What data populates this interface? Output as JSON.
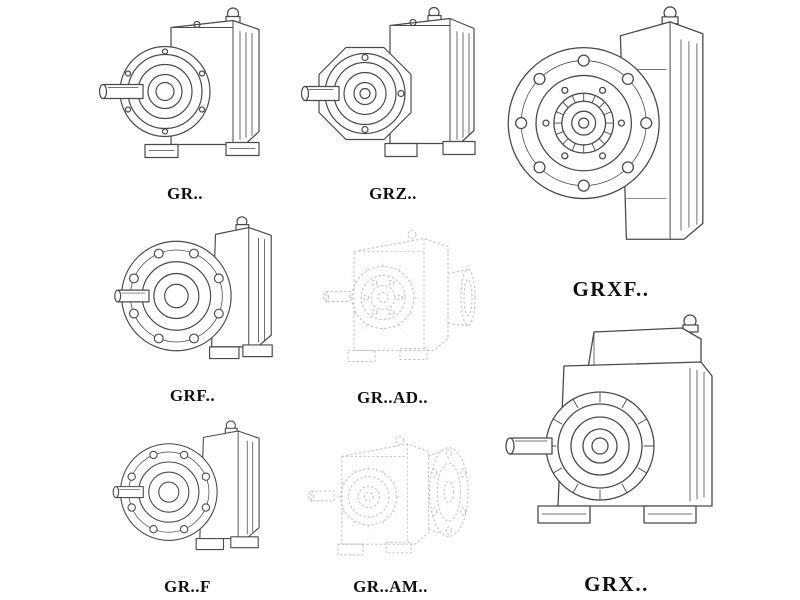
{
  "colors": {
    "line": "#4a4a4a",
    "ghost": "#c4c4c4",
    "background": "#ffffff",
    "label": "#101010"
  },
  "models": [
    {
      "label": "GR..",
      "icon": "foot-mounted-helical-gear-unit-drawing",
      "style": "solid"
    },
    {
      "label": "GRZ..",
      "icon": "foot-mounted-helical-gear-unit-octagon-front-drawing",
      "style": "solid"
    },
    {
      "label": "GRXF..",
      "icon": "large-flange-mounted-gear-unit-drawing",
      "style": "solid"
    },
    {
      "label": "GRF..",
      "icon": "flange-mounted-helical-gear-unit-drawing",
      "style": "solid"
    },
    {
      "label": "GR..AD..",
      "icon": "gear-unit-with-input-adapter-ghost-drawing",
      "style": "ghost"
    },
    {
      "label": "GR..F",
      "icon": "foot-flange-helical-gear-unit-drawing",
      "style": "solid"
    },
    {
      "label": "GR..AM..",
      "icon": "gear-unit-with-motor-adapter-flange-ghost-drawing",
      "style": "ghost"
    },
    {
      "label": "GRX..",
      "icon": "large-foot-mounted-gear-unit-drawing",
      "style": "solid"
    }
  ]
}
